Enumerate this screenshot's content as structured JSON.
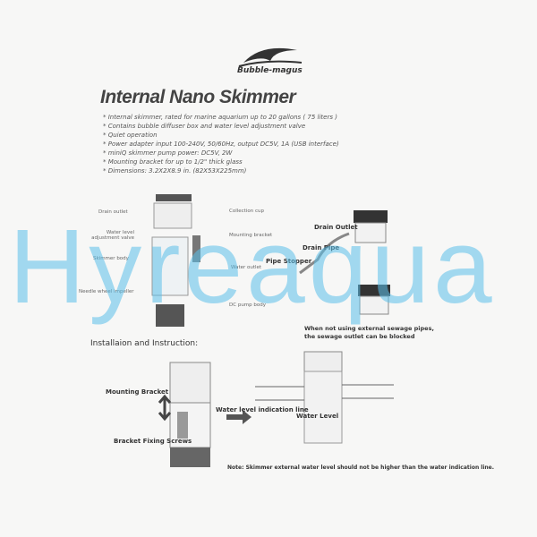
{
  "brand": "Bubble-magus",
  "title": "Internal Nano Skimmer",
  "features": [
    "* Internal skimmer, rated for marine aquarium up to 20 gallons ( 75 liters )",
    "* Contains bubble diffuser box and water level adjustment valve",
    "* Quiet operation",
    "* Power adapter input 100-240V, 50/60Hz, output DC5V, 1A (USB interface)",
    "* miniQ skimmer pump power: DC5V, 2W",
    "* Mounting bracket for up to 1/2\" thick glass",
    "* Dimensions: 3.2X2X8.9 in. (82X53X225mm)"
  ],
  "parts": {
    "drain_outlet": "Drain outlet",
    "collection_cup": "Collection cup",
    "valve": "Water level adjustment valve",
    "mounting_bracket": "Mounting bracket",
    "skimmer_body": "Skimmer body",
    "water_outlet": "Water outlet",
    "impeller": "Needle wheel impeller",
    "pump_body": "DC pump body"
  },
  "drain": {
    "drain_outlet": "Drain Outlet",
    "drain_pipe": "Drain Pipe",
    "pipe_stopper": "Pipe Stopper",
    "note_line1": "When not using external sewage pipes,",
    "note_line2": "the sewage outlet can be blocked"
  },
  "install": {
    "heading": "Installaion and Instruction:",
    "mounting_bracket": "Mounting Bracket",
    "fixing_screws": "Bracket Fixing Screws",
    "indication_line": "Water level indication line",
    "water_level": "Water Level",
    "note": "Note: Skimmer external water level should not be higher than the water indication line."
  },
  "watermark": "Hyreaqua"
}
